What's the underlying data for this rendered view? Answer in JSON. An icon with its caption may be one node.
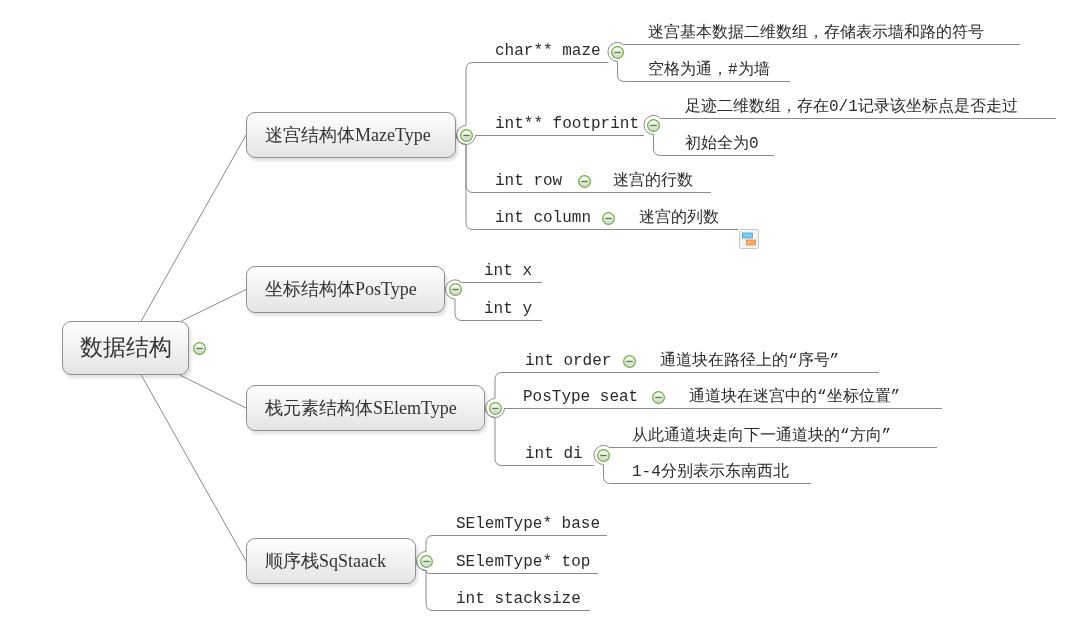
{
  "diagram": {
    "nodes": [
      {
        "text": [
          "数据结构"
        ]
      },
      {
        "text": [
          "迷宫结构体MazeType"
        ]
      },
      {
        "text": [
          "char** maze"
        ]
      },
      {
        "text": [
          "迷宫基本数据二维数组，存储表示墙和路的符号"
        ]
      },
      {
        "text": [
          "空格为通，#为墙"
        ]
      },
      {
        "text": [
          "int** footprint"
        ]
      },
      {
        "text": [
          "足迹二维数组，存在0/1记录该坐标点是否走过"
        ]
      },
      {
        "text": [
          "初始全为0"
        ]
      },
      {
        "text": [
          "int row"
        ]
      },
      {
        "text": [
          "迷宫的行数"
        ]
      },
      {
        "text": [
          "int column"
        ]
      },
      {
        "text": [
          "迷宫的列数"
        ]
      },
      {
        "text": [
          "坐标结构体PosType"
        ]
      },
      {
        "text": [
          "int x"
        ]
      },
      {
        "text": [
          "int y"
        ]
      },
      {
        "text": [
          "栈元素结构体SElemType"
        ]
      },
      {
        "text": [
          "int order"
        ]
      },
      {
        "text": [
          "通道块在路径上的“序号”"
        ]
      },
      {
        "text": [
          "PosType seat"
        ]
      },
      {
        "text": [
          "通道块在迷宫中的“坐标位置”"
        ]
      },
      {
        "text": [
          "int di"
        ]
      },
      {
        "text": [
          "从此通道块走向下一通道块的“方向”"
        ]
      },
      {
        "text": [
          "1-4分别表示东南西北"
        ]
      },
      {
        "text": [
          "顺序栈SqStaack"
        ]
      },
      {
        "text": [
          "SElemType* base"
        ]
      },
      {
        "text": [
          "SElemType* top"
        ]
      },
      {
        "text": [
          "int stacksize"
        ]
      }
    ],
    "edges": [
      {
        "from": 0,
        "to": 1,
        "arrow": "none"
      },
      {
        "from": 0,
        "to": 12,
        "arrow": "none"
      },
      {
        "from": 0,
        "to": 15,
        "arrow": "none"
      },
      {
        "from": 0,
        "to": 23,
        "arrow": "none"
      },
      {
        "from": 1,
        "to": 2,
        "arrow": "none"
      },
      {
        "from": 1,
        "to": 5,
        "arrow": "none"
      },
      {
        "from": 1,
        "to": 8,
        "arrow": "none"
      },
      {
        "from": 1,
        "to": 10,
        "arrow": "none"
      },
      {
        "from": 2,
        "to": 3,
        "arrow": "none"
      },
      {
        "from": 2,
        "to": 4,
        "arrow": "none"
      },
      {
        "from": 5,
        "to": 6,
        "arrow": "none"
      },
      {
        "from": 5,
        "to": 7,
        "arrow": "none"
      },
      {
        "from": 8,
        "to": 9,
        "arrow": "none"
      },
      {
        "from": 10,
        "to": 11,
        "arrow": "none"
      },
      {
        "from": 12,
        "to": 13,
        "arrow": "none"
      },
      {
        "from": 12,
        "to": 14,
        "arrow": "none"
      },
      {
        "from": 15,
        "to": 16,
        "arrow": "none"
      },
      {
        "from": 15,
        "to": 18,
        "arrow": "none"
      },
      {
        "from": 15,
        "to": 20,
        "arrow": "none"
      },
      {
        "from": 16,
        "to": 17,
        "arrow": "none"
      },
      {
        "from": 18,
        "to": 19,
        "arrow": "none"
      },
      {
        "from": 20,
        "to": 21,
        "arrow": "none"
      },
      {
        "from": 20,
        "to": 22,
        "arrow": "none"
      },
      {
        "from": 23,
        "to": 24,
        "arrow": "none"
      },
      {
        "from": 23,
        "to": 25,
        "arrow": "none"
      },
      {
        "from": 23,
        "to": 26,
        "arrow": "none"
      }
    ]
  }
}
